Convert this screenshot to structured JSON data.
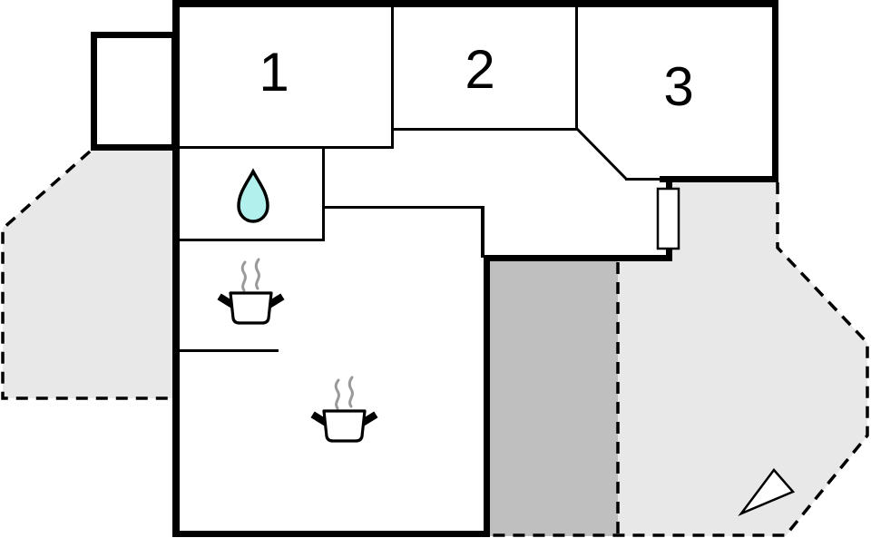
{
  "rooms": [
    {
      "label": "1"
    },
    {
      "label": "2"
    },
    {
      "label": "3"
    }
  ],
  "icons": {
    "bathroom": "water-droplet-icon",
    "kitchen_stove": "cooking-pot-icon",
    "living_stove": "cooking-pot-icon",
    "orientation": "north-arrow-icon",
    "entrance": "door-window-marker"
  },
  "colors": {
    "wall": "#000000",
    "floor": "#ffffff",
    "terrace": "#e8e8e8",
    "covered_terrace": "#bfbfbf",
    "droplet": "#b2f0ee",
    "steam": "#9a9a9a",
    "label": "#000000"
  }
}
